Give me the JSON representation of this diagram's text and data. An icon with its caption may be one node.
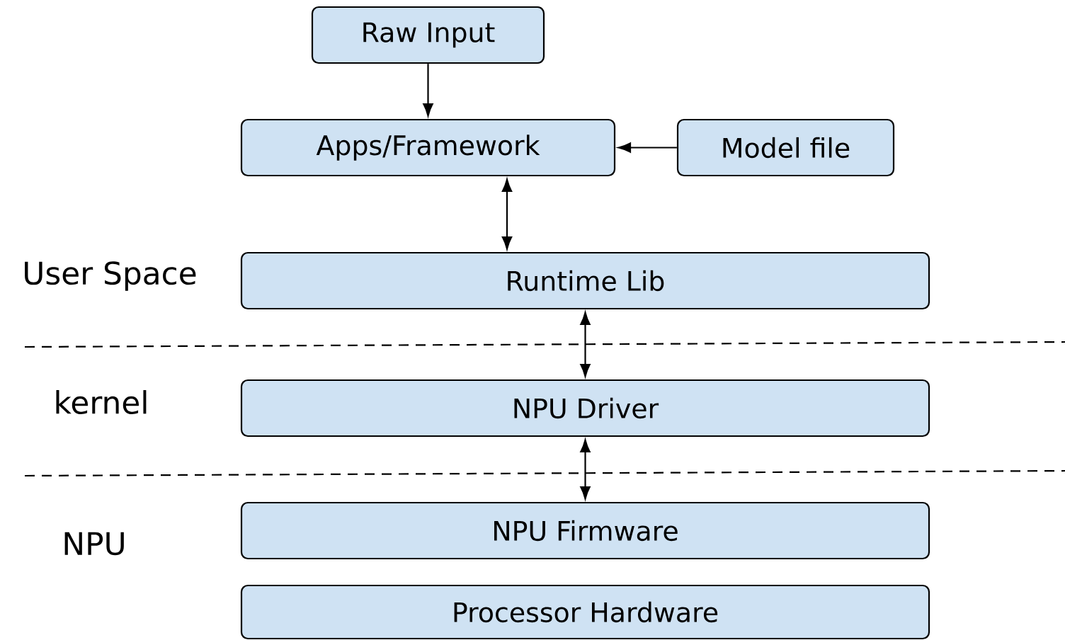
{
  "diagram": {
    "nodes": [
      {
        "text": [
          "Raw Input"
        ]
      },
      {
        "text": [
          "Apps/Framework"
        ]
      },
      {
        "text": [
          "Model file"
        ]
      },
      {
        "text": [
          "Runtime Lib"
        ]
      },
      {
        "text": [
          "NPU Driver"
        ]
      },
      {
        "text": [
          "NPU Firmware"
        ]
      },
      {
        "text": [
          "Processor Hardware"
        ]
      }
    ],
    "edges": [
      {
        "from": 0,
        "to": 1,
        "arrow": "to"
      },
      {
        "from": 2,
        "to": 1,
        "arrow": "to"
      },
      {
        "from": 1,
        "to": 3,
        "arrow": "both"
      },
      {
        "from": 3,
        "to": 4,
        "arrow": "both"
      },
      {
        "from": 4,
        "to": 5,
        "arrow": "both"
      }
    ],
    "labels": [
      "User Space",
      "kernel",
      "NPU"
    ]
  }
}
